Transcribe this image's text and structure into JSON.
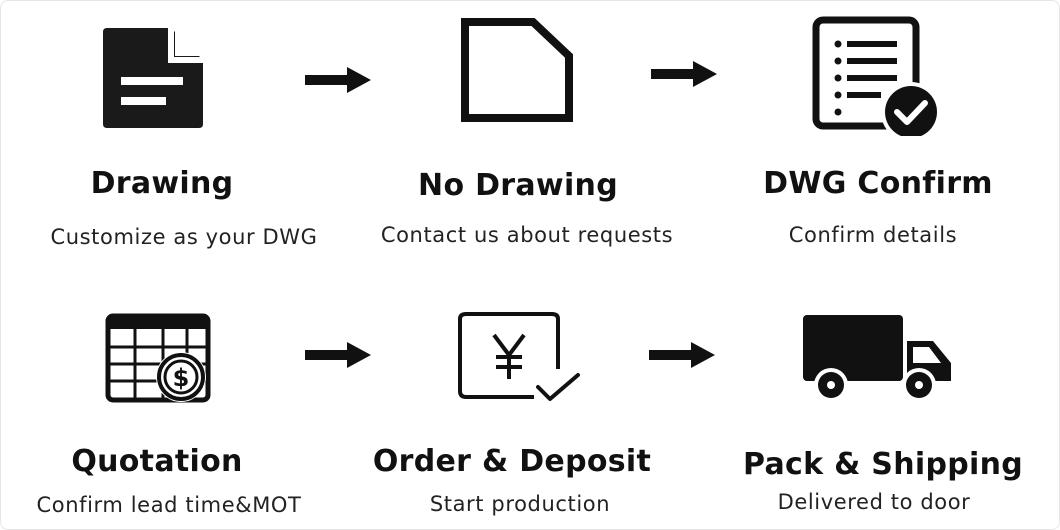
{
  "steps": [
    {
      "title": "Drawing",
      "subtitle": "Customize as your DWG",
      "icon": "document-filled-icon"
    },
    {
      "title": "No Drawing",
      "subtitle": "Contact us about requests",
      "icon": "document-outline-icon"
    },
    {
      "title": "DWG Confirm",
      "subtitle": "Confirm details",
      "icon": "checklist-check-icon"
    },
    {
      "title": "Quotation",
      "subtitle": "Confirm lead time&MOT",
      "icon": "price-table-dollar-icon"
    },
    {
      "title": "Order & Deposit",
      "subtitle": "Start production",
      "icon": "yen-box-check-icon"
    },
    {
      "title": "Pack & Shipping",
      "subtitle": "Delivered to door",
      "icon": "truck-icon"
    }
  ],
  "colors": {
    "ink": "#111111",
    "background": "#ffffff"
  }
}
